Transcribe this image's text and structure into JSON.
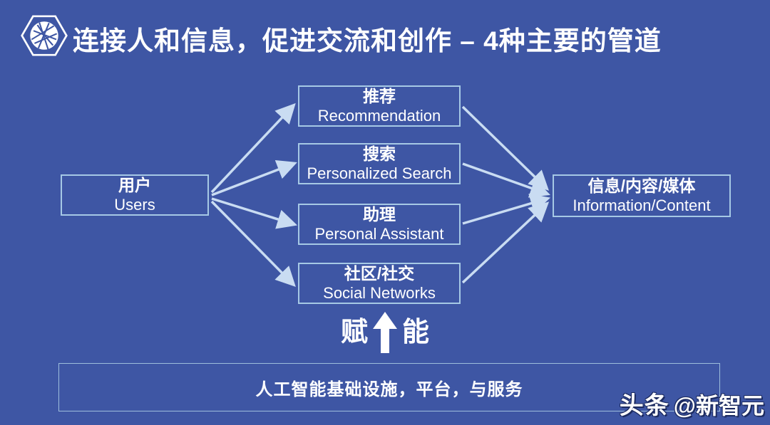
{
  "colors": {
    "background": "#3E56A4",
    "box_border": "#A6C9E5",
    "arrow": "#C9DCF2",
    "text": "#FFFFFF"
  },
  "header": {
    "logo": "hexagon-globe-icon",
    "title": "连接人和信息，促进交流和创作 – 4种主要的管道"
  },
  "nodes": {
    "users": {
      "zh": "用户",
      "en": "Users"
    },
    "channels": [
      {
        "zh": "推荐",
        "en": "Recommendation"
      },
      {
        "zh": "搜索",
        "en": "Personalized Search"
      },
      {
        "zh": "助理",
        "en": "Personal Assistant"
      },
      {
        "zh": "社区/社交",
        "en": "Social Networks"
      }
    ],
    "target": {
      "zh": "信息/内容/媒体",
      "en": "Information/Content"
    }
  },
  "empower": {
    "left": "赋",
    "right": "能",
    "icon": "up-arrow"
  },
  "foundation": {
    "label": "人工智能基础设施，平台，与服务"
  },
  "watermark": {
    "brand": "头条",
    "handle": "@新智元"
  }
}
